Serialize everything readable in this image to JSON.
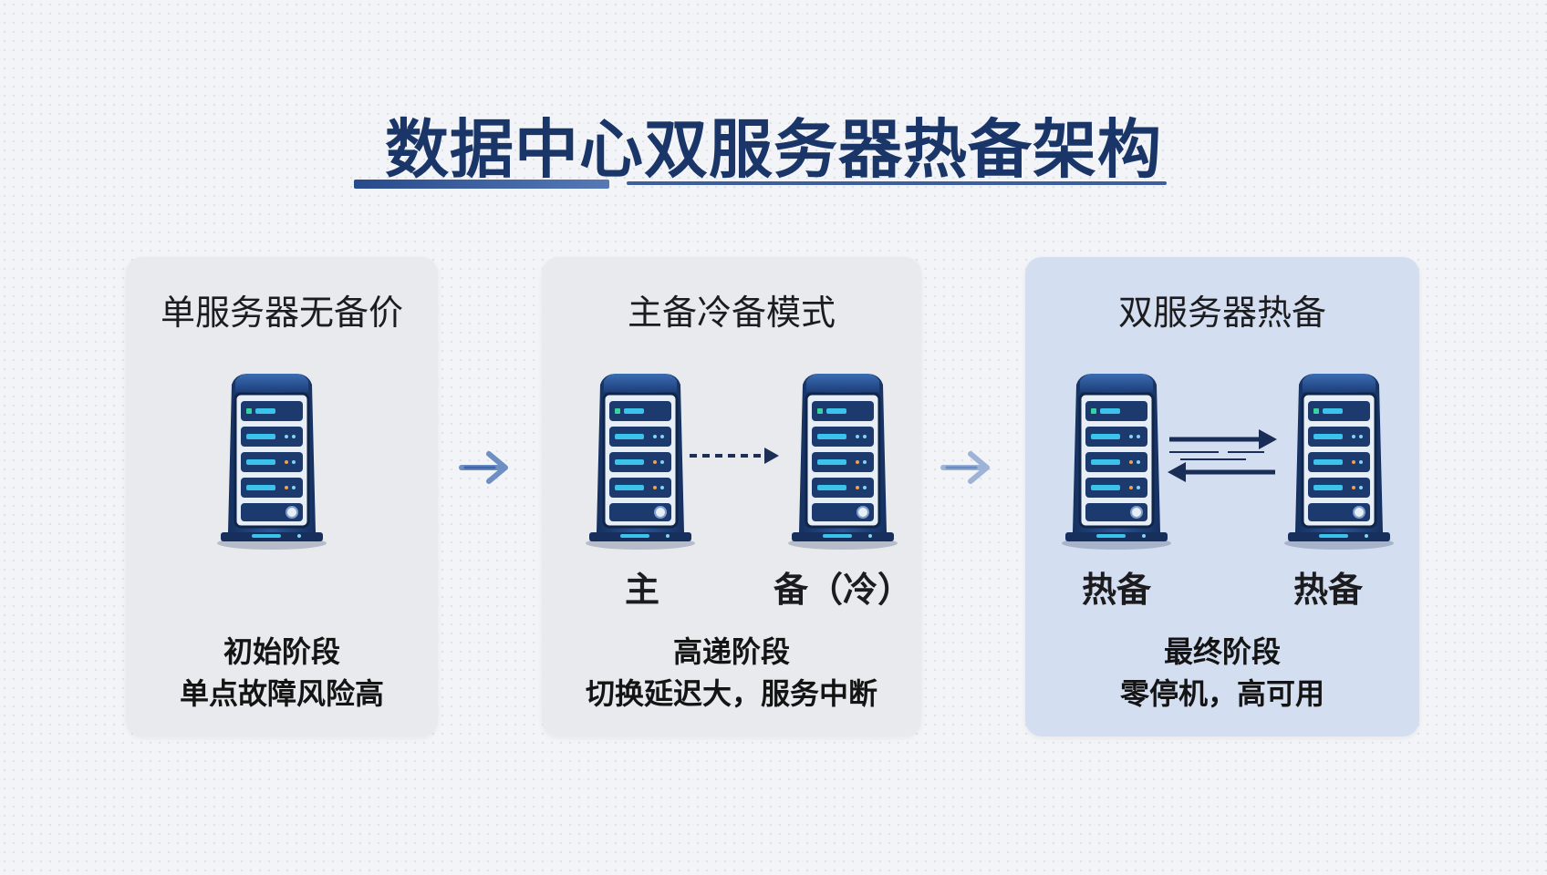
{
  "title": "数据中心双服务器热备架构",
  "panels": [
    {
      "title": "单服务器无备价",
      "caption_line1": "初始阶段",
      "caption_line2": "单点故障风险高"
    },
    {
      "title": "主备冷备模式",
      "server_labels": [
        "主",
        "备（冷）"
      ],
      "caption_line1": "高递阶段",
      "caption_line2": "切换延迟大，服务中断"
    },
    {
      "title": "双服务器热备",
      "server_labels": [
        "热备",
        "热备"
      ],
      "caption_line1": "最终阶段",
      "caption_line2": "零停机，高可用"
    }
  ],
  "colors": {
    "title": "#1a3568",
    "panel_gray": "#e9eaee",
    "panel_blue": "#d4def1",
    "server_body": "#1e3f78",
    "server_accent": "#3cc3ec"
  }
}
